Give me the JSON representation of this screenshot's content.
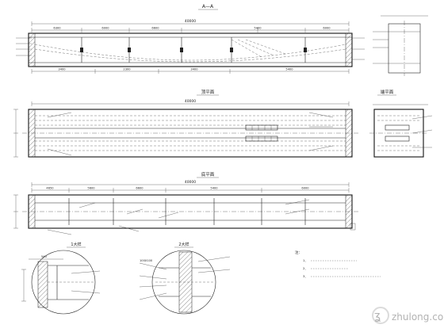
{
  "views": {
    "section_aa": {
      "title": "A—A",
      "overall_dim": "40000",
      "top_dims": [
        "6300",
        "6000",
        "6600",
        "5400",
        "6000"
      ],
      "bottom_dims": [
        "3400",
        "2300",
        "3400",
        "5400"
      ]
    },
    "top_plan": {
      "title": "顶平面",
      "overall_dim": "40000"
    },
    "end_plan": {
      "title": "端平面"
    },
    "bottom_plan": {
      "title": "底平面",
      "overall_dim": "40000",
      "top_dims": [
        "4650",
        "5600",
        "6600",
        "5400",
        "6000"
      ]
    },
    "detail_1": {
      "title": "1大样",
      "dims": [
        "540"
      ]
    },
    "detail_2": {
      "title": "2大样",
      "dims": [
        "100X100"
      ]
    }
  },
  "notes": {
    "heading": "注：",
    "items": [
      "1、",
      "2、",
      "3、"
    ]
  },
  "watermark": "zhulong.com"
}
